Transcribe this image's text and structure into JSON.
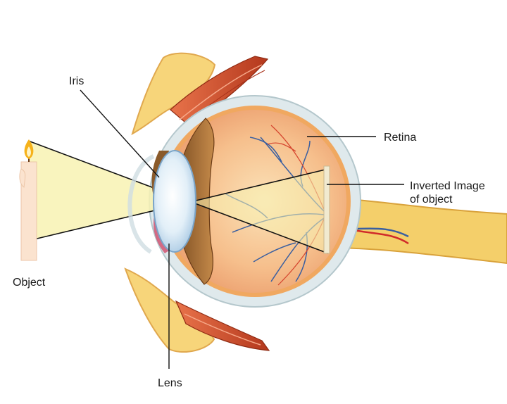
{
  "labels": {
    "iris": "Iris",
    "retina": "Retina",
    "inverted_image_line1": "Inverted Image",
    "inverted_image_line2": "of object",
    "object": "Object",
    "lens": "Lens"
  },
  "colors": {
    "sclera": "#dfe9ec",
    "vitreous": "#f5c08a",
    "lens": "#e3f1fb",
    "iris": "#8a5a2a",
    "light_cone": "#f8f2b3",
    "muscle": "#d8532d",
    "fat": "#f7d57a",
    "optic_nerve": "#f4cf6a",
    "veins": "#3a5fa0",
    "artery": "#d02a2a",
    "candle": "#fbe3cf",
    "flame": "#f6b21a"
  }
}
